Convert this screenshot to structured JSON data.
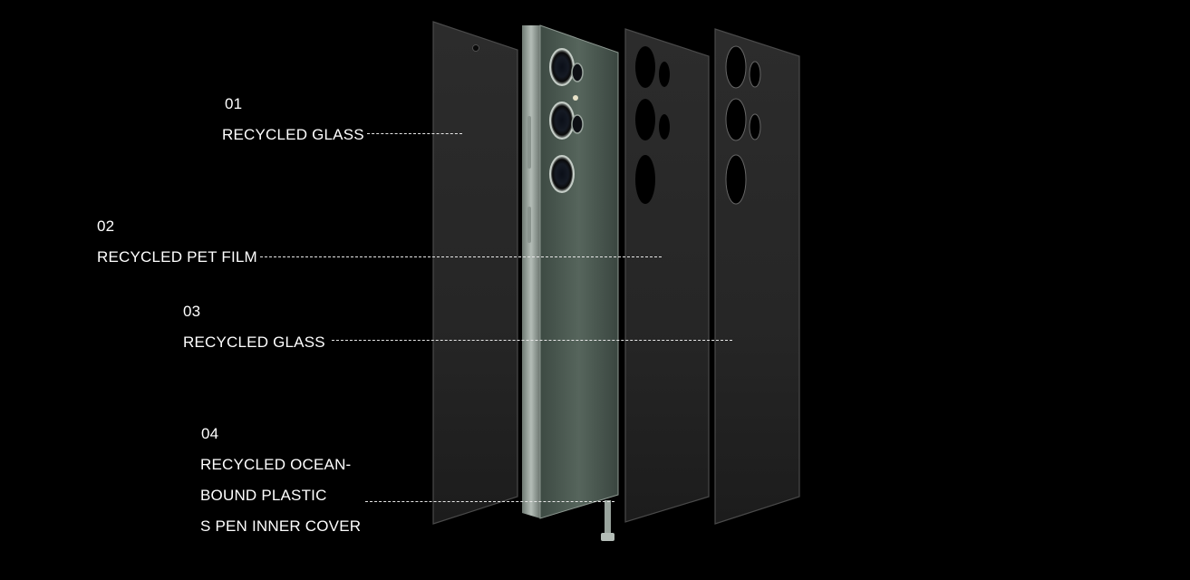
{
  "colors": {
    "background": "#000000",
    "text": "#ffffff",
    "glass_panel": "#2a2a2a",
    "phone_body": "#4b5a52",
    "phone_frame": "#9aa59e",
    "leader_line": "#e6e6e6"
  },
  "callouts": [
    {
      "number": "01",
      "lines": [
        "RECYCLED GLASS"
      ]
    },
    {
      "number": "02",
      "lines": [
        "RECYCLED PET FILM"
      ]
    },
    {
      "number": "03",
      "lines": [
        "RECYCLED GLASS"
      ]
    },
    {
      "number": "04",
      "lines": [
        "RECYCLED OCEAN-",
        "BOUND PLASTIC",
        "S PEN INNER COVER"
      ]
    }
  ]
}
